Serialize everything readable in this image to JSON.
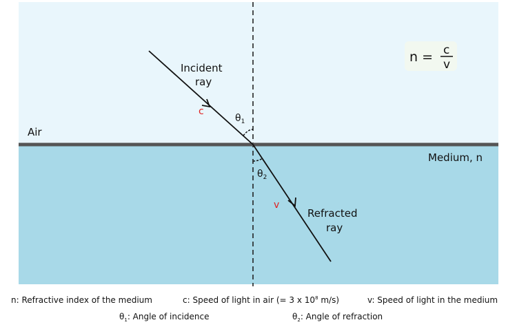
{
  "labels": {
    "air": "Air",
    "medium": "Medium, n",
    "incident_1": "Incident",
    "incident_2": "ray",
    "refracted_1": "Refracted",
    "refracted_2": "ray",
    "c": "c",
    "v": "v",
    "theta": "θ",
    "sub1": "1",
    "sub2": "2"
  },
  "formula": {
    "lhs": "n =",
    "num": "c",
    "den": "v"
  },
  "legend": {
    "n": "n: Refractive index of the medium",
    "c_pre": "c: Speed of light in air (= 3 x 10",
    "c_exp": "8",
    "c_post": " m/s)",
    "v": "v: Speed of light in the medium",
    "t1_sub": "1",
    "t1": ": Angle of incidence",
    "t2_sub": "2",
    "t2": ": Angle of refraction",
    "theta": "θ"
  },
  "colors": {
    "air": "#e9f6fc",
    "medium": "#a8d9e8",
    "interface": "#555555",
    "accent": "#e02020"
  }
}
